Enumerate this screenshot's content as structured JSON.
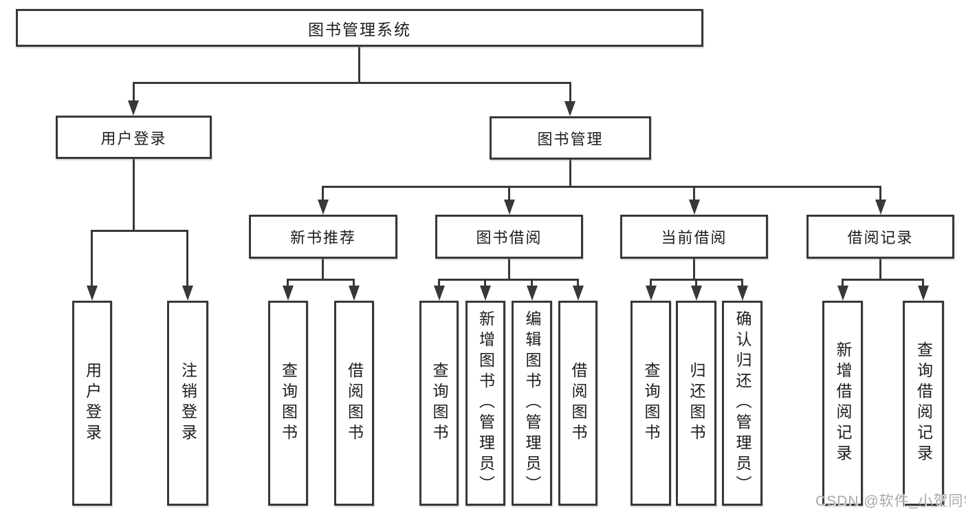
{
  "root": {
    "label": "图书管理系统"
  },
  "level2": {
    "user_login": {
      "label": "用户登录"
    },
    "book_mgmt": {
      "label": "图书管理"
    }
  },
  "level3": {
    "new_book_rec": {
      "label": "新书推荐"
    },
    "book_borrow": {
      "label": "图书借阅"
    },
    "current_borrow": {
      "label": "当前借阅"
    },
    "borrow_records": {
      "label": "借阅记录"
    }
  },
  "leaves": {
    "user_login": {
      "label": "用户登录"
    },
    "logout": {
      "label": "注销登录"
    },
    "query_book_a": {
      "label": "查询图书"
    },
    "borrow_book_a": {
      "label": "借阅图书"
    },
    "query_book_b": {
      "label": "查询图书"
    },
    "add_book": {
      "label": "新增图书（管理员）"
    },
    "edit_book": {
      "label": "编辑图书（管理员）"
    },
    "borrow_book_b": {
      "label": "借阅图书"
    },
    "query_book_c": {
      "label": "查询图书"
    },
    "return_book": {
      "label": "归还图书"
    },
    "confirm_return": {
      "label": "确认归还（管理员）"
    },
    "add_borrow_record": {
      "label": "新增借阅记录"
    },
    "query_borrow_record": {
      "label": "查询借阅记录"
    }
  },
  "watermark": {
    "text": "CSDN @软件_小贺同学"
  },
  "colors": {
    "line": "#383838",
    "background": "#ffffff",
    "text": "#1d1d1f",
    "watermark": "#a6a9ad"
  }
}
